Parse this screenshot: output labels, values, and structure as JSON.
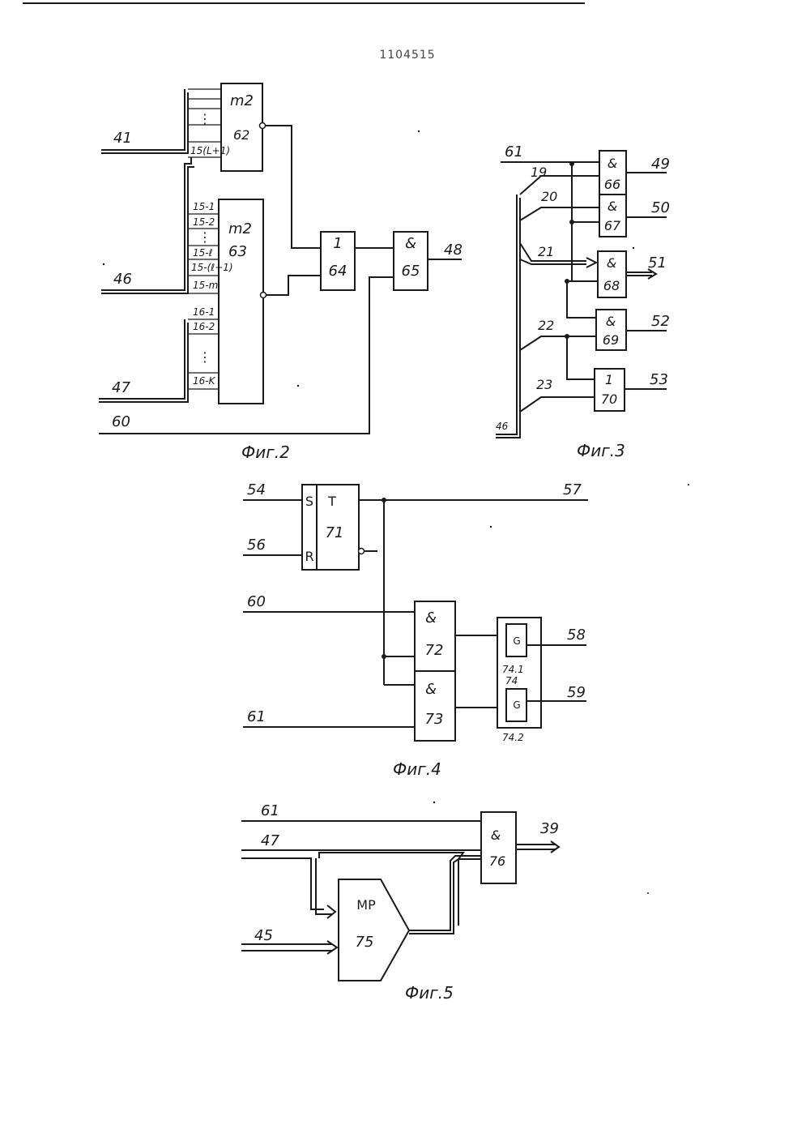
{
  "header": {
    "patent_number": "1104515"
  },
  "fig2": {
    "caption": "Фиг.2",
    "inputs": {
      "in41": "41",
      "in46": "46",
      "in47": "47",
      "in60": "60"
    },
    "output": "48",
    "block62": {
      "func": "m2",
      "num": "62",
      "pin_bottom": "15(L+1)"
    },
    "block63": {
      "func": "m2",
      "num": "63",
      "pins15": [
        "15-1",
        "15-2",
        "15-ℓ",
        "15-(ℓ+1)",
        "15-m"
      ],
      "pins16": [
        "16-1",
        "16-2",
        "16-K"
      ]
    },
    "block64": {
      "func": "1",
      "num": "64"
    },
    "block65": {
      "func": "&",
      "num": "65"
    }
  },
  "fig3": {
    "caption": "Фиг.3",
    "bus": "46",
    "input61": "61",
    "branches": [
      "19",
      "20",
      "21",
      "22",
      "23"
    ],
    "gates": [
      {
        "func": "&",
        "num": "66",
        "out": "49"
      },
      {
        "func": "&",
        "num": "67",
        "out": "50"
      },
      {
        "func": "&",
        "num": "68",
        "out": "51"
      },
      {
        "func": "&",
        "num": "69",
        "out": "52"
      },
      {
        "func": "1",
        "num": "70",
        "out": "53"
      }
    ]
  },
  "fig4": {
    "caption": "Фиг.4",
    "inputs": {
      "s": "54",
      "r": "56",
      "a": "60",
      "b": "61"
    },
    "output57": "57",
    "trigger": {
      "s": "S",
      "r": "R",
      "t": "T",
      "num": "71"
    },
    "and72": {
      "func": "&",
      "num": "72"
    },
    "and73": {
      "func": "&",
      "num": "73"
    },
    "gen": {
      "g1": "G",
      "g2": "G",
      "l1": "74.1",
      "l2": "74.2",
      "group": "74"
    },
    "outputs": {
      "o58": "58",
      "o59": "59"
    }
  },
  "fig5": {
    "caption": "Фиг.5",
    "inputs": {
      "in61": "61",
      "in47": "47",
      "in45": "45"
    },
    "output": "39",
    "mux": {
      "func": "MP",
      "num": "75"
    },
    "and76": {
      "func": "&",
      "num": "76"
    }
  }
}
